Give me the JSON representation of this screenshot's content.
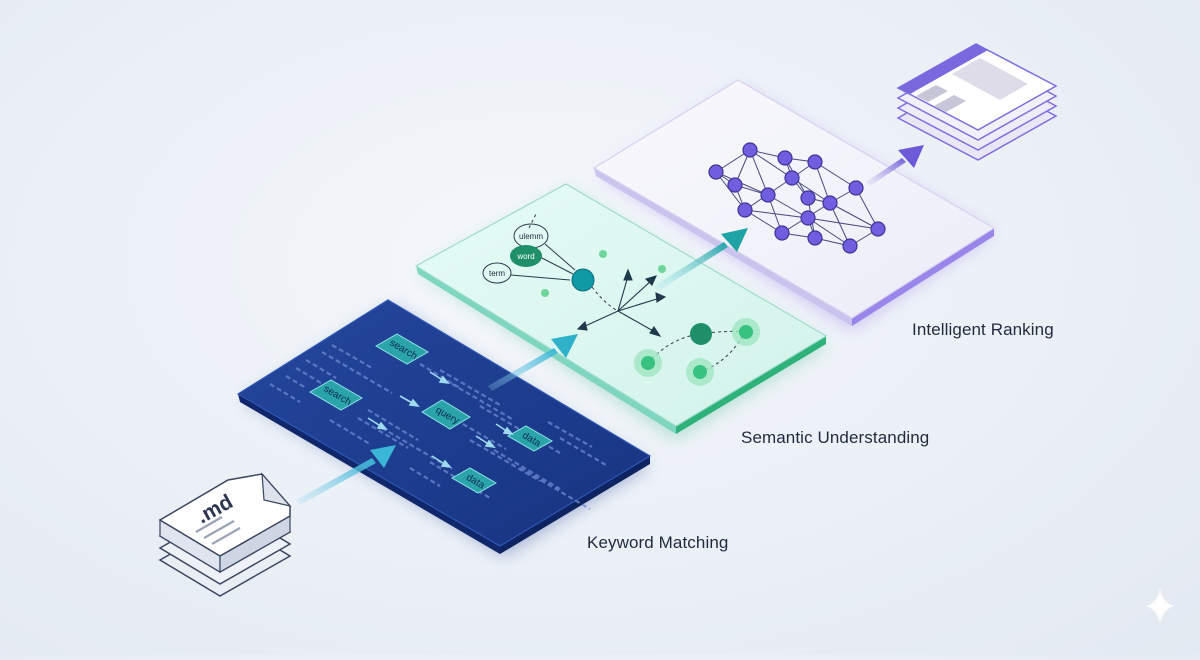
{
  "input_file": {
    "label": ".md"
  },
  "stages": [
    {
      "label": "Keyword Matching"
    },
    {
      "label": "Semantic Understanding"
    },
    {
      "label": "Intelligent Ranking"
    }
  ],
  "keyword_tokens": [
    "search",
    "search",
    "query",
    "data",
    "data"
  ],
  "semantic_nodes": [
    "ulemm",
    "word",
    "term"
  ],
  "colors": {
    "keyword_panel": "#1b3d8f",
    "semantic_panel": "#d9f6f1",
    "ranking_panel": "#f3f3fb",
    "accent_green": "#2fb27a",
    "accent_teal": "#1aa5a0",
    "accent_purple": "#7b63e0"
  }
}
